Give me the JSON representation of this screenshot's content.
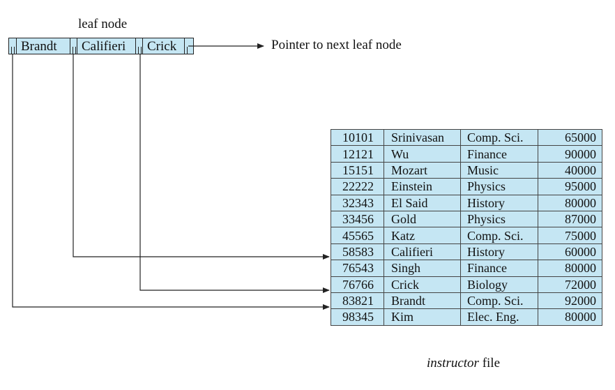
{
  "leaf_label": "leaf node",
  "leaf_keys": [
    "Brandt",
    "Califieri",
    "Crick"
  ],
  "next_pointer_label": "Pointer to next leaf node",
  "file_label_italic": "instructor",
  "file_label_rest": " file",
  "colors": {
    "fill": "#c5e6f3",
    "line": "#222222"
  },
  "instructor_rows": [
    [
      "10101",
      "Srinivasan",
      "Comp. Sci.",
      "65000"
    ],
    [
      "12121",
      "Wu",
      "Finance",
      "90000"
    ],
    [
      "15151",
      "Mozart",
      "Music",
      "40000"
    ],
    [
      "22222",
      "Einstein",
      "Physics",
      "95000"
    ],
    [
      "32343",
      "El Said",
      "History",
      "80000"
    ],
    [
      "33456",
      "Gold",
      "Physics",
      "87000"
    ],
    [
      "45565",
      "Katz",
      "Comp. Sci.",
      "75000"
    ],
    [
      "58583",
      "Califieri",
      "History",
      "60000"
    ],
    [
      "76543",
      "Singh",
      "Finance",
      "80000"
    ],
    [
      "76766",
      "Crick",
      "Biology",
      "72000"
    ],
    [
      "83821",
      "Brandt",
      "Comp. Sci.",
      "92000"
    ],
    [
      "98345",
      "Kim",
      "Elec. Eng.",
      "80000"
    ]
  ],
  "pointers": [
    {
      "key": "Brandt",
      "target_row": 10
    },
    {
      "key": "Califieri",
      "target_row": 7
    },
    {
      "key": "Crick",
      "target_row": 9
    }
  ]
}
